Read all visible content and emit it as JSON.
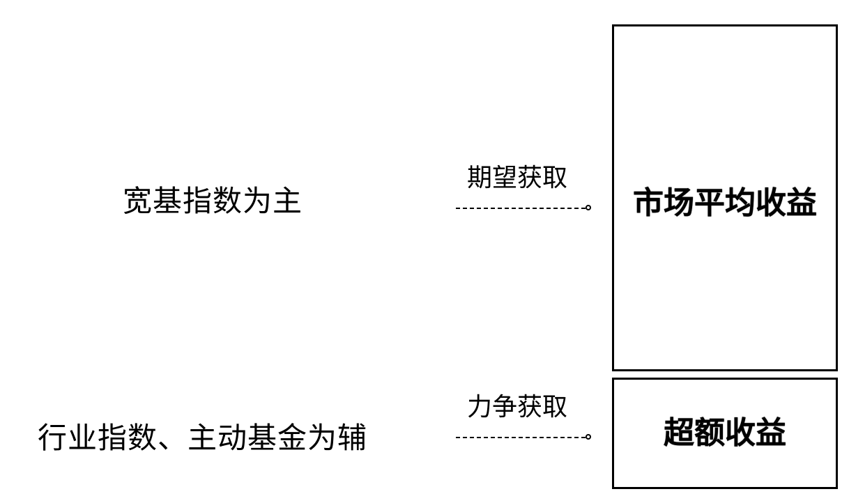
{
  "left": {
    "broad": "宽基指数为主",
    "industry": "行业指数、主动基金为辅"
  },
  "connectors": {
    "expect": "期望获取",
    "strive": "力争获取"
  },
  "boxes": {
    "market": "市场平均收益",
    "excess": "超额收益"
  }
}
